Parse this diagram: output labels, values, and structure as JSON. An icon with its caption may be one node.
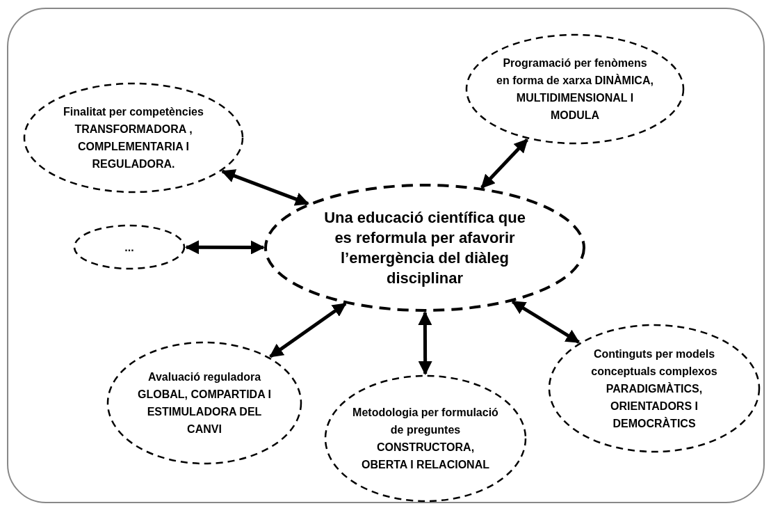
{
  "diagram": {
    "nodes": [
      {
        "text": [
          "Una educació científica que es reformula per afavorir l’emergència del diàleg disciplinar"
        ]
      },
      {
        "text": [
          "Finalitat per competències",
          "TRANSFORMADORA , COMPLEMENTARIA I REGULADORA."
        ]
      },
      {
        "text": [
          "Programació per fenòmens en forma de xarxa DINÀMICA, MULTIDIMENSIONAL I MODULA"
        ]
      },
      {
        "text": [
          "..."
        ]
      },
      {
        "text": [
          "Avaluació reguladora",
          "GLOBAL, COMPARTIDA I ESTIMULADORA DEL CANVI"
        ]
      },
      {
        "text": [
          "Metodologia per formulació de preguntes",
          "CONSTRUCTORA, OBERTA I RELACIONAL"
        ]
      },
      {
        "text": [
          "Continguts per models conceptuals complexos",
          "PARADIGMÀTICS, ORIENTADORS I DEMOCRÀTICS"
        ]
      }
    ],
    "edges": [
      {
        "from": 0,
        "to": 1,
        "arrow": "both"
      },
      {
        "from": 0,
        "to": 2,
        "arrow": "both"
      },
      {
        "from": 0,
        "to": 3,
        "arrow": "both"
      },
      {
        "from": 0,
        "to": 4,
        "arrow": "both"
      },
      {
        "from": 0,
        "to": 5,
        "arrow": "both"
      },
      {
        "from": 0,
        "to": 6,
        "arrow": "both"
      }
    ]
  }
}
